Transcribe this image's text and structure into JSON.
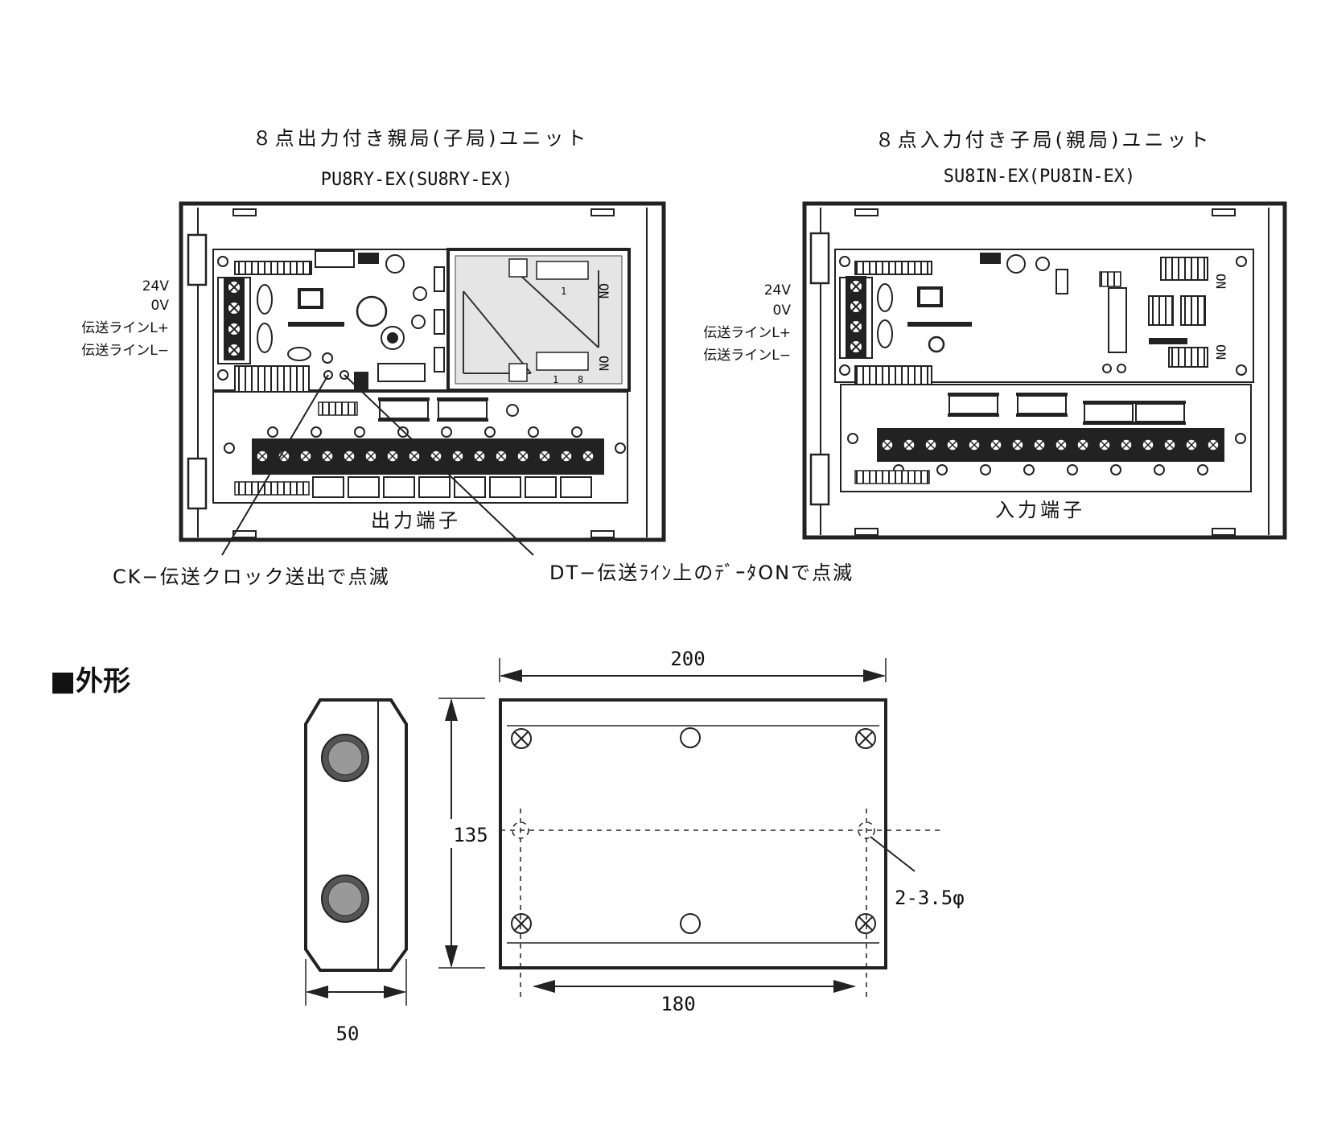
{
  "units": {
    "left": {
      "title": "８点出力付き親局(子局)ユニット",
      "model": "PU8RY-EX(SU8RY-EX)",
      "terminal_labels": [
        "24V",
        "0V",
        "伝送ラインL+",
        "伝送ラインL−"
      ],
      "caption": "出力端子"
    },
    "right": {
      "title": "８点入力付き子局(親局)ユニット",
      "model": "SU8IN-EX(PU8IN-EX)",
      "terminal_labels": [
        "24V",
        "0V",
        "伝送ラインL+",
        "伝送ラインL−"
      ],
      "caption": "入力端子"
    }
  },
  "annotations": {
    "ck": "CK−伝送クロック送出で点滅",
    "dt": "DT−伝送ﾗｲﾝ上のﾃﾞｰﾀONで点滅"
  },
  "board_marks": {
    "on": "ON",
    "one": "1",
    "eight": "8"
  },
  "outline": {
    "heading": "■外形",
    "dim_width": "200",
    "dim_height": "135",
    "dim_depth": "50",
    "dim_hole_pitch": "180",
    "hole_spec": "2-3.5φ"
  }
}
